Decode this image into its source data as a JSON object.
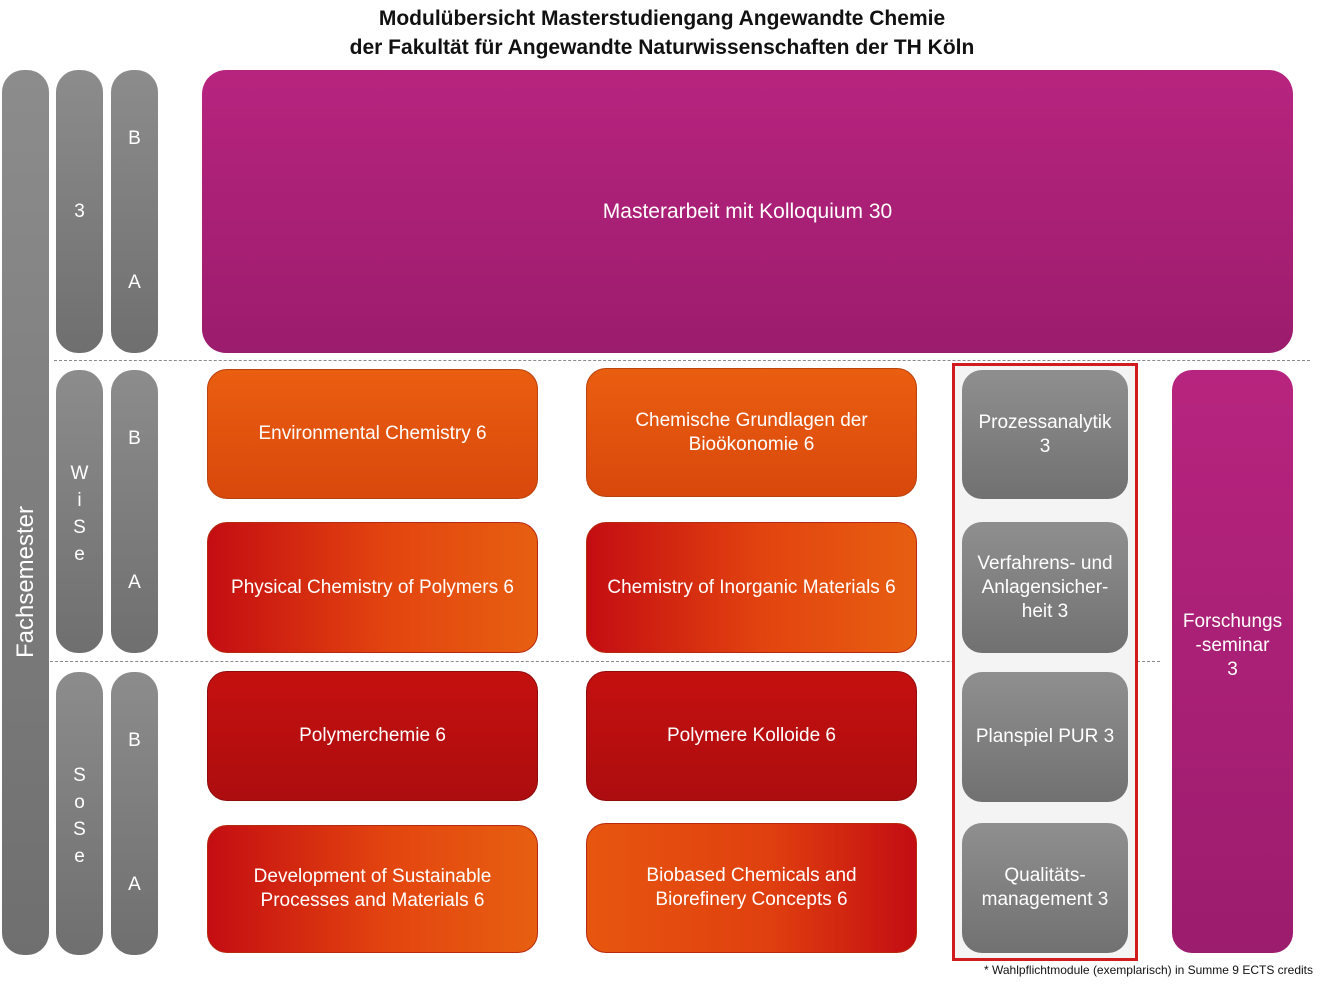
{
  "title": {
    "line1": "Modulübersicht Masterstudiengang Angewandte Chemie",
    "line2": "der Fakultät für Angewandte Naturwissenschaften der TH Köln"
  },
  "sidebar": {
    "fachsemester_label": "Fachsemester",
    "semester_pills": [
      {
        "lines": [
          "3"
        ]
      },
      {
        "lines": [
          "W",
          "i",
          "S",
          "e"
        ]
      },
      {
        "lines": [
          "S",
          "o",
          "S",
          "e"
        ]
      }
    ],
    "ba_pills": [
      {
        "top": "B",
        "bottom": "A"
      },
      {
        "top": "B",
        "bottom": "A"
      },
      {
        "top": "B",
        "bottom": "A"
      }
    ]
  },
  "modules": {
    "masterarbeit": "Masterarbeit mit Kolloquium  30",
    "environmental_chemistry": "Environmental Chemistry  6",
    "chemische_grundlagen": [
      "Chemische Grundlagen der",
      "Bioökonomie  6"
    ],
    "physical_chemistry_polymers": "Physical Chemistry of Polymers  6",
    "chemistry_inorganic_materials": "Chemistry of Inorganic Materials  6",
    "polymerchemie": "Polymerchemie  6",
    "polymere_kolloide": "Polymere Kolloide  6",
    "development_sustainable": [
      "Development of Sustainable",
      "Processes and Materials  6"
    ],
    "biobased_chemicals": [
      "Biobased Chemicals and",
      "Biorefinery Concepts  6"
    ]
  },
  "wahlpflicht": {
    "prozessanalytik": [
      "Prozessanalytik",
      "3"
    ],
    "verfahrens": [
      "Verfahrens- und",
      "Anlagensicher-",
      "heit  3"
    ],
    "planspiel": "Planspiel PUR  3",
    "qualitaet": [
      "Qualitäts-",
      "management  3"
    ]
  },
  "forschungsseminar": [
    "Forschungs",
    "-seminar",
    "3"
  ],
  "footnote": "* Wahlpflichtmodule (exemplarisch) in Summe 9 ECTS credits",
  "colors": {
    "magenta": "#b7247f",
    "orange": "#ea5e10",
    "red": "#c4100f",
    "grey": "#7f7f7f",
    "wahlpflicht_frame": "#d01c1f"
  }
}
